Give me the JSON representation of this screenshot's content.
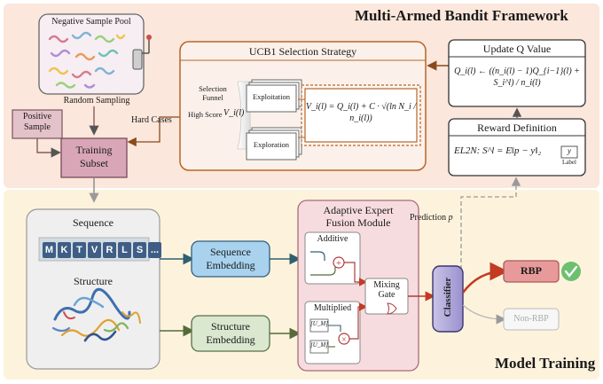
{
  "top_title": "Multi-Armed Bandit Framework",
  "bottom_title": "Model Training",
  "negative_pool": "Negative Sample Pool",
  "random_sampling": "Random   Sampling",
  "positive_sample": [
    "Positive",
    "Sample"
  ],
  "hard_cases": "Hard Cases",
  "training_subset": [
    "Training",
    "Subset"
  ],
  "ucb1": {
    "title": "UCB1 Selection Strategy",
    "funnel_label": [
      "Selection",
      "Funnel"
    ],
    "high_score": "High Score",
    "vi": "V_i(l)",
    "exploitation": "Exploitation",
    "exploration": "Exploration",
    "formula": "V_i(l) = Q_i(l) + C · √(ln N_i / n_i(l))"
  },
  "update_q": {
    "title": "Update Q Value",
    "formula": "Q_i(l) ← ((n_i(l) − 1)Q_{i−1}(l) + S_i^l) / n_i(l)"
  },
  "reward": {
    "title": "Reward Definition",
    "formula": "EL2N: S^l = E‖p − y‖₂",
    "label_box": "y",
    "label_caption": "Label"
  },
  "prediction": "Prediction",
  "prediction_var": "p",
  "sequence_label": "Sequence",
  "sequence_letters": [
    "M",
    "K",
    "T",
    "V",
    "R",
    "L",
    "S",
    "..."
  ],
  "structure_label": "Structure",
  "sequence_embedding": [
    "Sequence",
    "Embedding"
  ],
  "structure_embedding": [
    "Structure",
    "Embedding"
  ],
  "fusion": {
    "title": [
      "Adaptive Expert",
      "Fusion Module"
    ],
    "additive": "Additive",
    "multiplied": "Multiplied",
    "u1": "[U_M]",
    "u2": "[U_M]",
    "mixing_gate": [
      "Mixing",
      "Gate"
    ]
  },
  "classifier": "Classifier",
  "rbp": "RBP",
  "non_rbp": "Non-RBP",
  "colors": {
    "top_bg": "#fbe7db",
    "bottom_bg": "#fdf3dc",
    "ucb_border": "#b8652a",
    "training_subset": "#d9a6b8",
    "seq_embed": "#a8d2ee",
    "struct_embed": "#d9e8cf",
    "fusion_bg": "#f7dcdf",
    "rbp": "#e89a9a",
    "check": "#6cc070",
    "arrow_brown": "#8b4a1c"
  }
}
